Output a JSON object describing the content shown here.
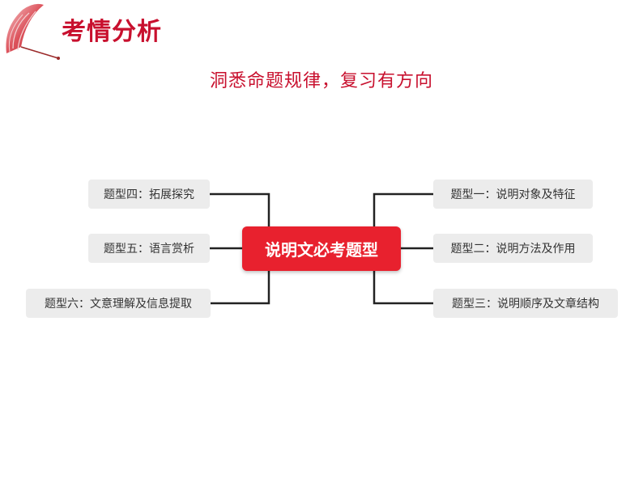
{
  "header": {
    "title": "考情分析",
    "logo_icon": "red-paper-umbrella-icon"
  },
  "subtitle": "洞悉命题规律，复习有方向",
  "mindmap": {
    "center": "说明文必考题型",
    "right": [
      "题型一：说明对象及特征",
      "题型二：说明方法及作用",
      "题型三：说明顺序及文章结构"
    ],
    "left": [
      "题型四：拓展探究",
      "题型五：语言赏析",
      "题型六：文意理解及信息提取"
    ]
  },
  "colors": {
    "accent": "#c8102e",
    "center_fill": "#e8212e",
    "node_fill": "#ececec",
    "connector": "#222222"
  }
}
